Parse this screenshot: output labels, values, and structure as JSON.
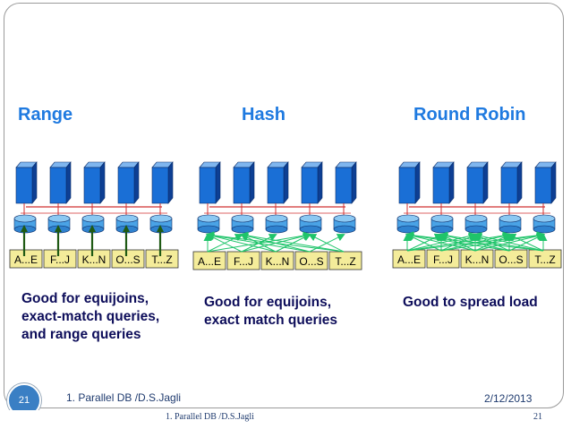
{
  "sections": [
    {
      "title": "Range",
      "caption": [
        "Good for equijoins,",
        "exact-match queries,",
        "and range queries"
      ],
      "pattern": "range"
    },
    {
      "title": "Hash",
      "caption": [
        "Good for equijoins,",
        "exact match queries"
      ],
      "pattern": "hash"
    },
    {
      "title": "Round Robin",
      "caption": [
        "Good to spread load"
      ],
      "pattern": "roundrobin"
    }
  ],
  "partition_labels": [
    "A...E",
    "F...J",
    "K...N",
    "O...S",
    "T...Z"
  ],
  "footer": {
    "page_number": "21",
    "left_text": "1. Parallel DB /D.S.Jagli",
    "date": "2/12/2013",
    "bottom_center": "1. Parallel DB /D.S.Jagli",
    "bottom_number": "21"
  },
  "colors": {
    "title": "#1f7ae0",
    "caption": "#0d0d5a",
    "server": "#1a6fd6",
    "disk": "#4aa3e6",
    "label_box": "#f4ec9a",
    "range_arrow": "#1f5a14",
    "hash_arrow": "#1fc46a",
    "link": "#d03030"
  }
}
